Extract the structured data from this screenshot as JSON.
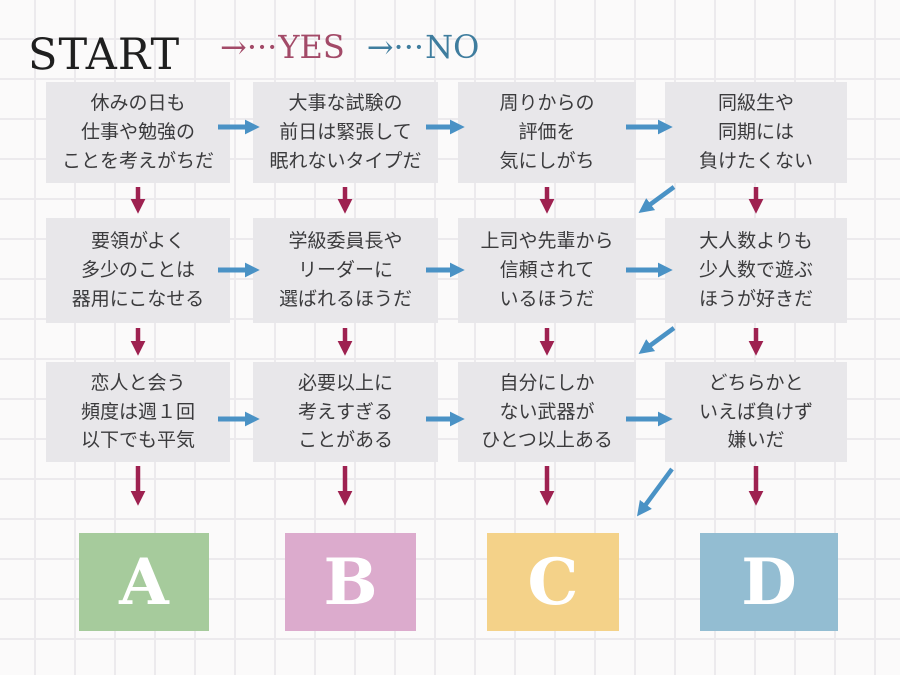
{
  "header": {
    "title": "START",
    "legend": [
      {
        "symbol": "→···",
        "label": "YES"
      },
      {
        "symbol": "→···",
        "label": "NO"
      }
    ]
  },
  "colors": {
    "yes_arrow": "#9e2150",
    "no_arrow": "#4a92c5",
    "yes_text": "#a34a68",
    "no_text": "#3f7d9e",
    "box_bg": "#e8e7ea",
    "box_text": "#3b3b3d",
    "grid_line": "#eceaed",
    "background": "#fbfafa",
    "result_text": "#ffffff"
  },
  "flow": {
    "rows": [
      {
        "boxes": [
          {
            "lines": [
              "休みの日も",
              "仕事や勉強の",
              "ことを考えがちだ"
            ]
          },
          {
            "lines": [
              "大事な試験の",
              "前日は緊張して",
              "眠れないタイプだ"
            ]
          },
          {
            "lines": [
              "周りからの",
              "評価を",
              "気にしがち"
            ]
          },
          {
            "lines": [
              "同級生や",
              "同期には",
              "負けたくない"
            ]
          }
        ]
      },
      {
        "boxes": [
          {
            "lines": [
              "要領がよく",
              "多少のことは",
              "器用にこなせる"
            ]
          },
          {
            "lines": [
              "学級委員長や",
              "リーダーに",
              "選ばれるほうだ"
            ]
          },
          {
            "lines": [
              "上司や先輩から",
              "信頼されて",
              "いるほうだ"
            ]
          },
          {
            "lines": [
              "大人数よりも",
              "少人数で遊ぶ",
              "ほうが好きだ"
            ]
          }
        ]
      },
      {
        "boxes": [
          {
            "lines": [
              "恋人と会う",
              "頻度は週１回",
              "以下でも平気"
            ]
          },
          {
            "lines": [
              "必要以上に",
              "考えすぎる",
              "ことがある"
            ]
          },
          {
            "lines": [
              "自分にしか",
              "ない武器が",
              "ひとつ以上ある"
            ]
          },
          {
            "lines": [
              "どちらかと",
              "いえば負けず",
              "嫌いだ"
            ]
          }
        ]
      }
    ],
    "results": [
      {
        "label": "A",
        "color": "#a6cb9c"
      },
      {
        "label": "B",
        "color": "#dcabcd"
      },
      {
        "label": "C",
        "color": "#f4d289"
      },
      {
        "label": "D",
        "color": "#93bdd2"
      }
    ]
  }
}
